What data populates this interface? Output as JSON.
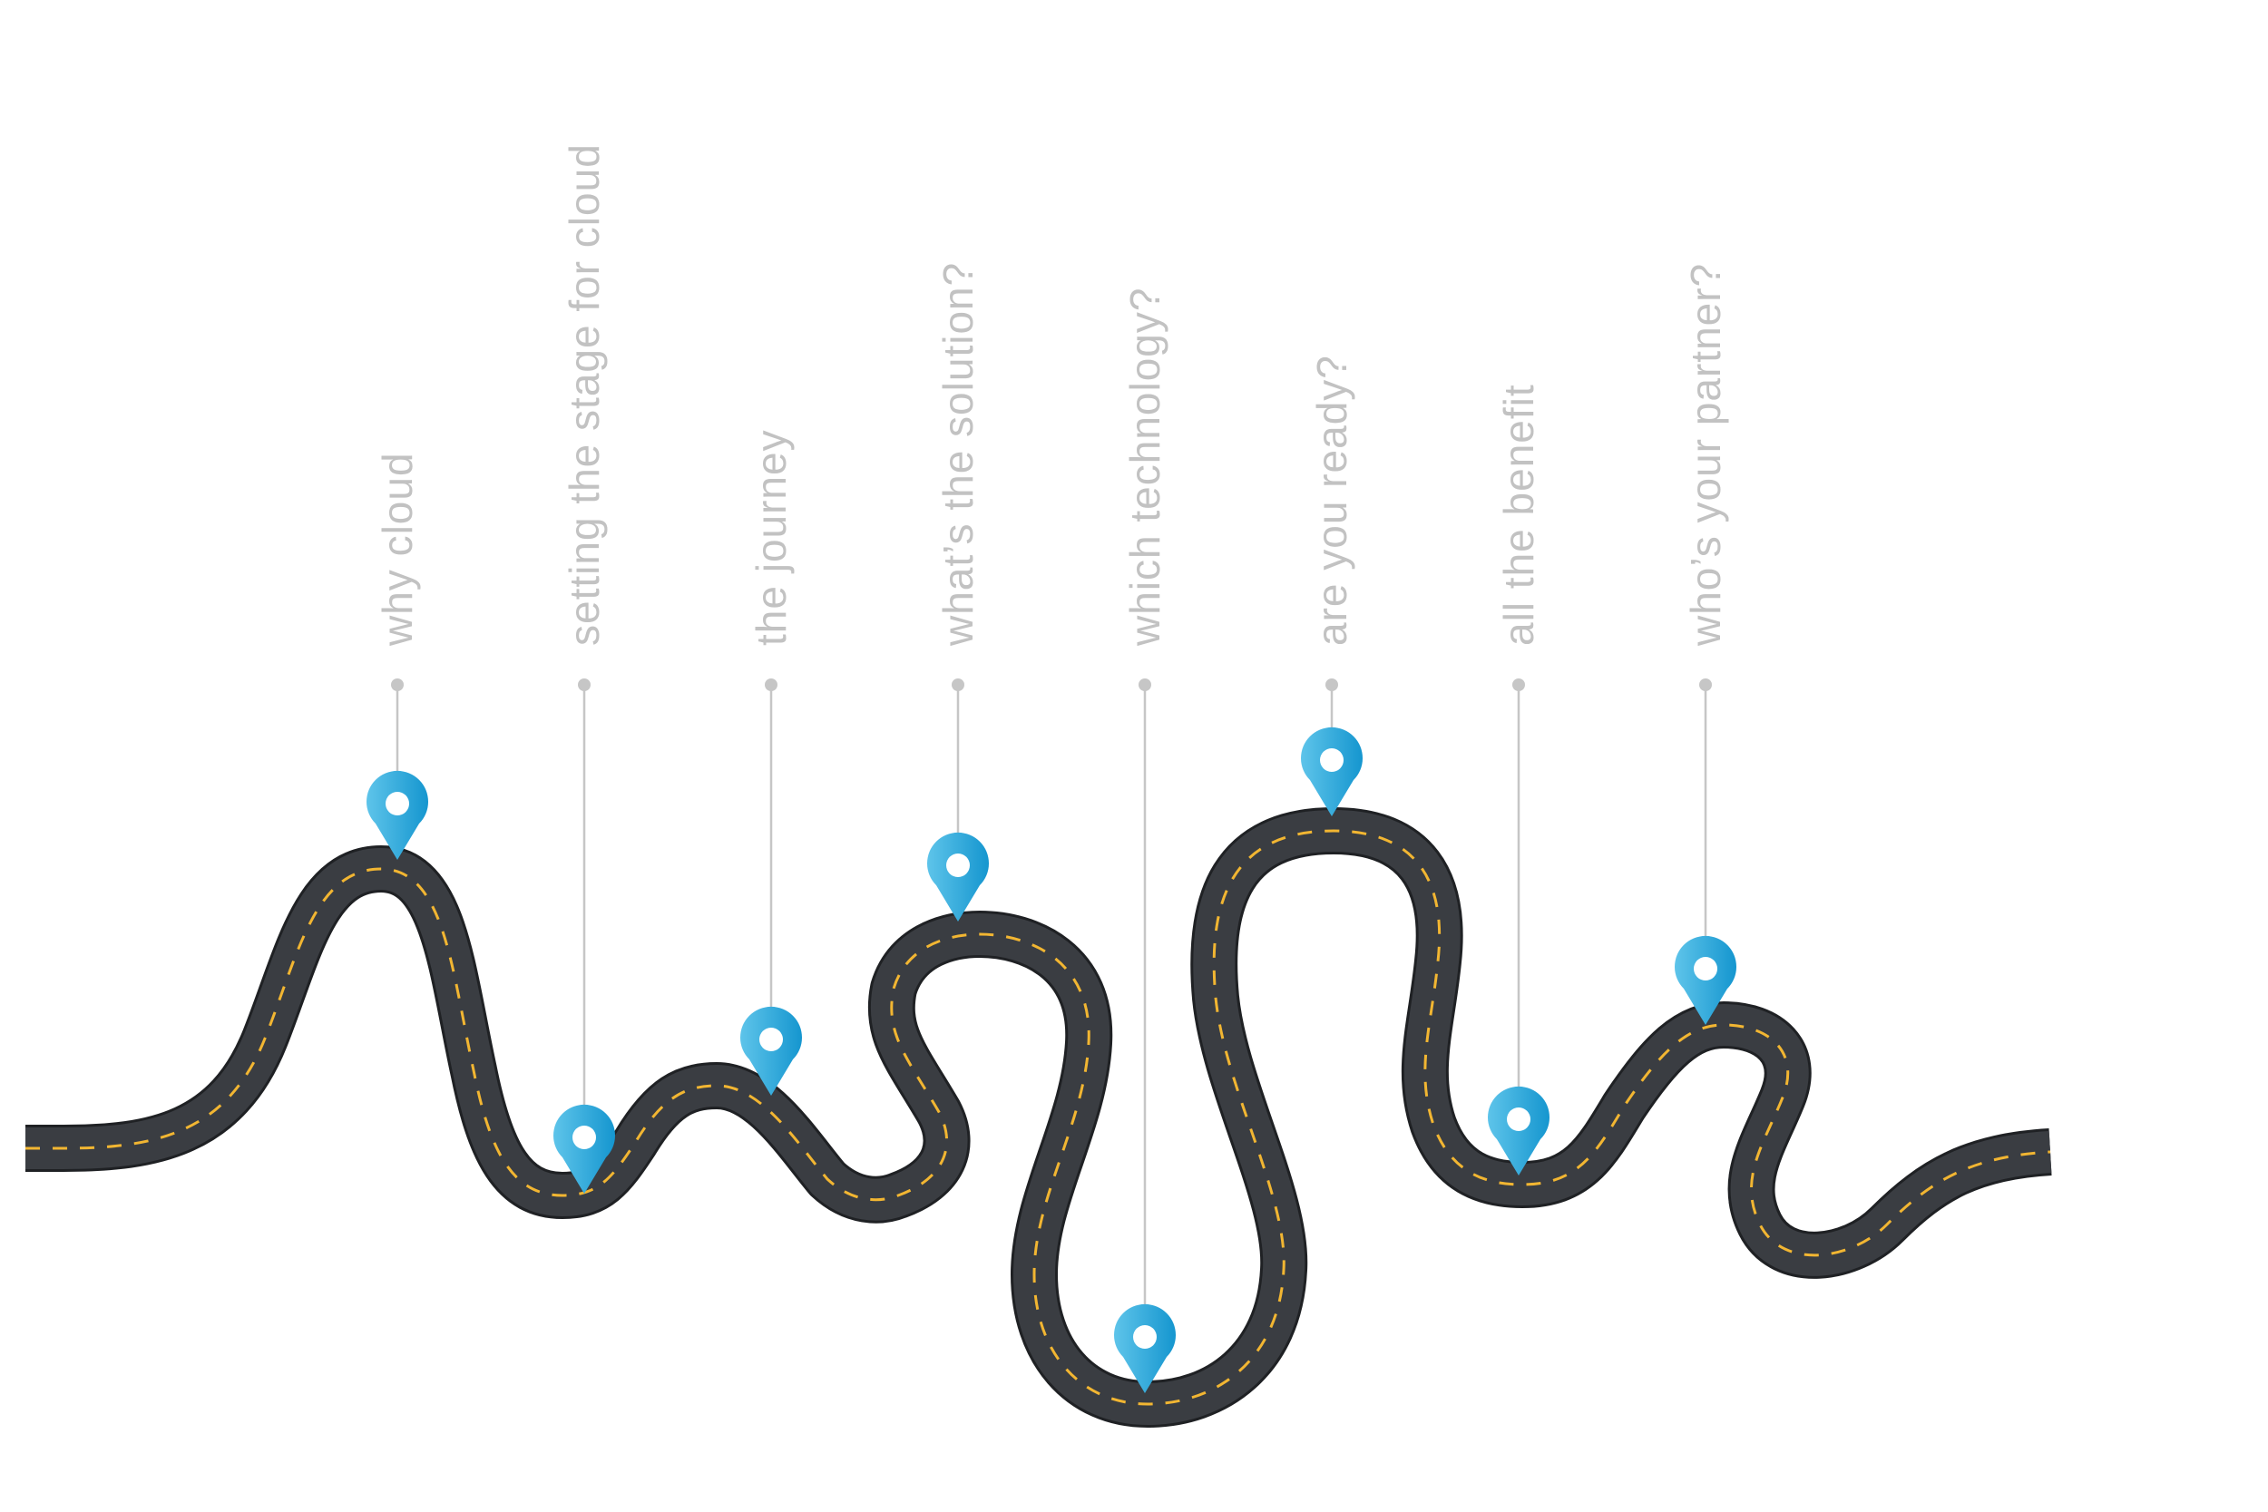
{
  "diagram": {
    "stops": [
      {
        "label": "why cloud"
      },
      {
        "label": "setting the stage for cloud"
      },
      {
        "label": "the journey"
      },
      {
        "label": "what’s the solution?"
      },
      {
        "label": "which technology?"
      },
      {
        "label": "are you ready?"
      },
      {
        "label": "all the benefit"
      },
      {
        "label": "who’s your partner?"
      }
    ],
    "colors": {
      "road": "#3a3d42",
      "road_edge": "#1f2124",
      "road_rim": "#ffffff",
      "lane_marking": "#f2b632",
      "marker_light": "#5ec4ea",
      "marker_dark": "#1596cf",
      "marker_hole": "#ffffff",
      "leader_line": "#c6c6c6",
      "label_text": "#c2c2c2"
    }
  }
}
